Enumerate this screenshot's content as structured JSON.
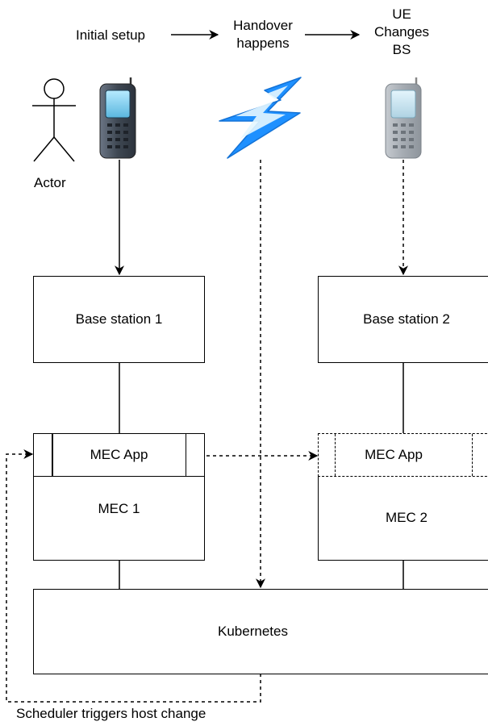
{
  "flow": {
    "step1": "Initial setup",
    "step2_line1": "Handover",
    "step2_line2": "happens",
    "step3_line1": "UE",
    "step3_line2": "Changes",
    "step3_line3": "BS"
  },
  "actor": {
    "label": "Actor"
  },
  "nodes": {
    "bs1": "Base station 1",
    "bs2": "Base station 2",
    "mec_app_1": "MEC App",
    "mec_app_2": "MEC App",
    "mec1": "MEC 1",
    "mec2": "MEC 2",
    "kubernetes": "Kubernetes"
  },
  "caption": "Scheduler triggers host change",
  "colors": {
    "line": "#000000",
    "lightning_outer": "#1E90FF",
    "lightning_inner": "#E6F7FF",
    "phone_active_body": "#4A5564",
    "phone_active_screen": "#8FD8F5",
    "phone_inactive_body": "#A7ADB3",
    "phone_inactive_screen": "#C9E6F2"
  },
  "icons": {
    "actor": "stick-figure-icon",
    "phone1": "mobile-phone-icon",
    "phone2": "mobile-phone-icon",
    "lightning": "lightning-bolt-icon"
  }
}
